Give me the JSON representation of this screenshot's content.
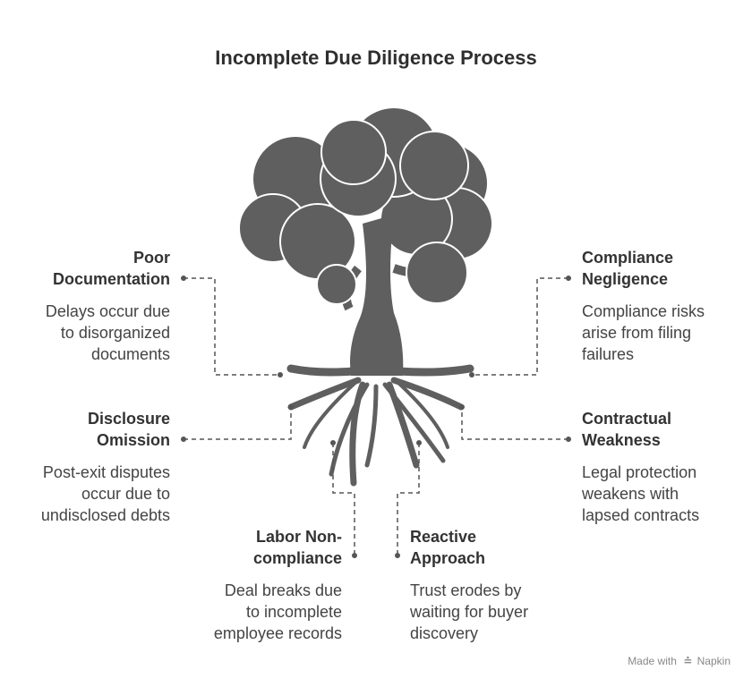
{
  "title": "Incomplete Due Diligence Process",
  "items": [
    {
      "heading": "Poor\nDocumentation",
      "description": "Delays occur due\nto disorganized\ndocuments"
    },
    {
      "heading": "Compliance\nNegligence",
      "description": "Compliance risks\narise from filing\nfailures"
    },
    {
      "heading": "Disclosure\nOmission",
      "description": "Post-exit disputes\noccur due to\nundisclosed debts"
    },
    {
      "heading": "Contractual\nWeakness",
      "description": "Legal protection\nweakens with\nlapsed contracts"
    },
    {
      "heading": "Labor Non-\ncompliance",
      "description": "Deal breaks due\nto incomplete\nemployee records"
    },
    {
      "heading": "Reactive\nApproach",
      "description": "Trust erodes by\nwaiting for buyer\ndiscovery"
    }
  ],
  "footer": {
    "made_with": "Made with",
    "brand": "Napkin"
  },
  "colors": {
    "tree": "#5f5f5f",
    "connector": "#555555",
    "text": "#444444"
  }
}
